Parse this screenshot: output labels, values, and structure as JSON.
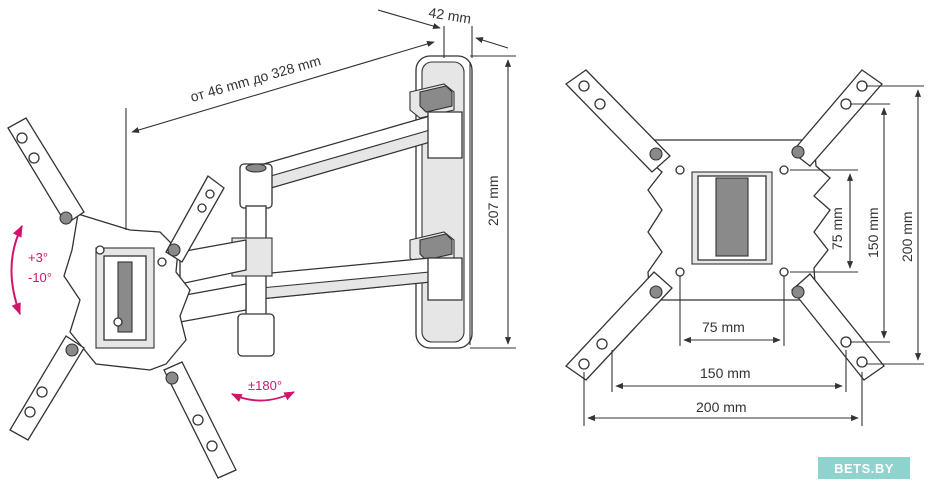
{
  "dimensions": {
    "depth_small": "42 mm",
    "extension_range": "от 46 mm до 328 mm",
    "wall_plate_height": "207 mm",
    "vesa_75_h": "75 mm",
    "vesa_75_v": "75 mm",
    "vesa_150_h": "150 mm",
    "vesa_150_v": "150 mm",
    "vesa_200_h": "200 mm",
    "vesa_200_v": "200 mm"
  },
  "tilt": {
    "up": "+3°",
    "down": "-10°"
  },
  "swivel": "±180°",
  "watermark": "BETS.BY",
  "colors": {
    "accent": "#d0146e",
    "line": "#333333",
    "watermark_bg": "#8fd3cf"
  }
}
